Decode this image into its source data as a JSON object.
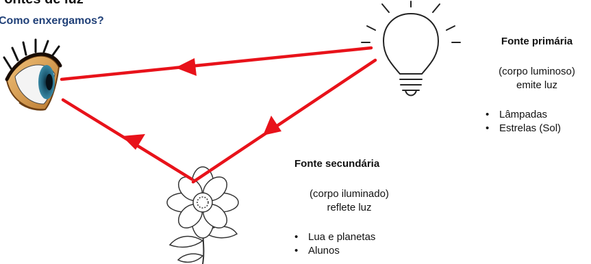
{
  "title": "Fontes de luz",
  "subtitle": "Como enxergamos?",
  "colors": {
    "subtitle": "#1f3f77",
    "ray": "#e8121a"
  },
  "primary": {
    "heading": "Fonte primária",
    "desc_line1": "(corpo luminoso)",
    "desc_line2": "emite luz",
    "items": [
      "Lâmpadas",
      "Estrelas (Sol)"
    ]
  },
  "secondary": {
    "heading": "Fonte secundária",
    "desc_line1": "(corpo iluminado)",
    "desc_line2": "reflete luz",
    "items": [
      "Lua e planetas",
      "Alunos"
    ]
  },
  "icons": [
    "eye-icon",
    "light-bulb-icon",
    "flower-icon"
  ]
}
